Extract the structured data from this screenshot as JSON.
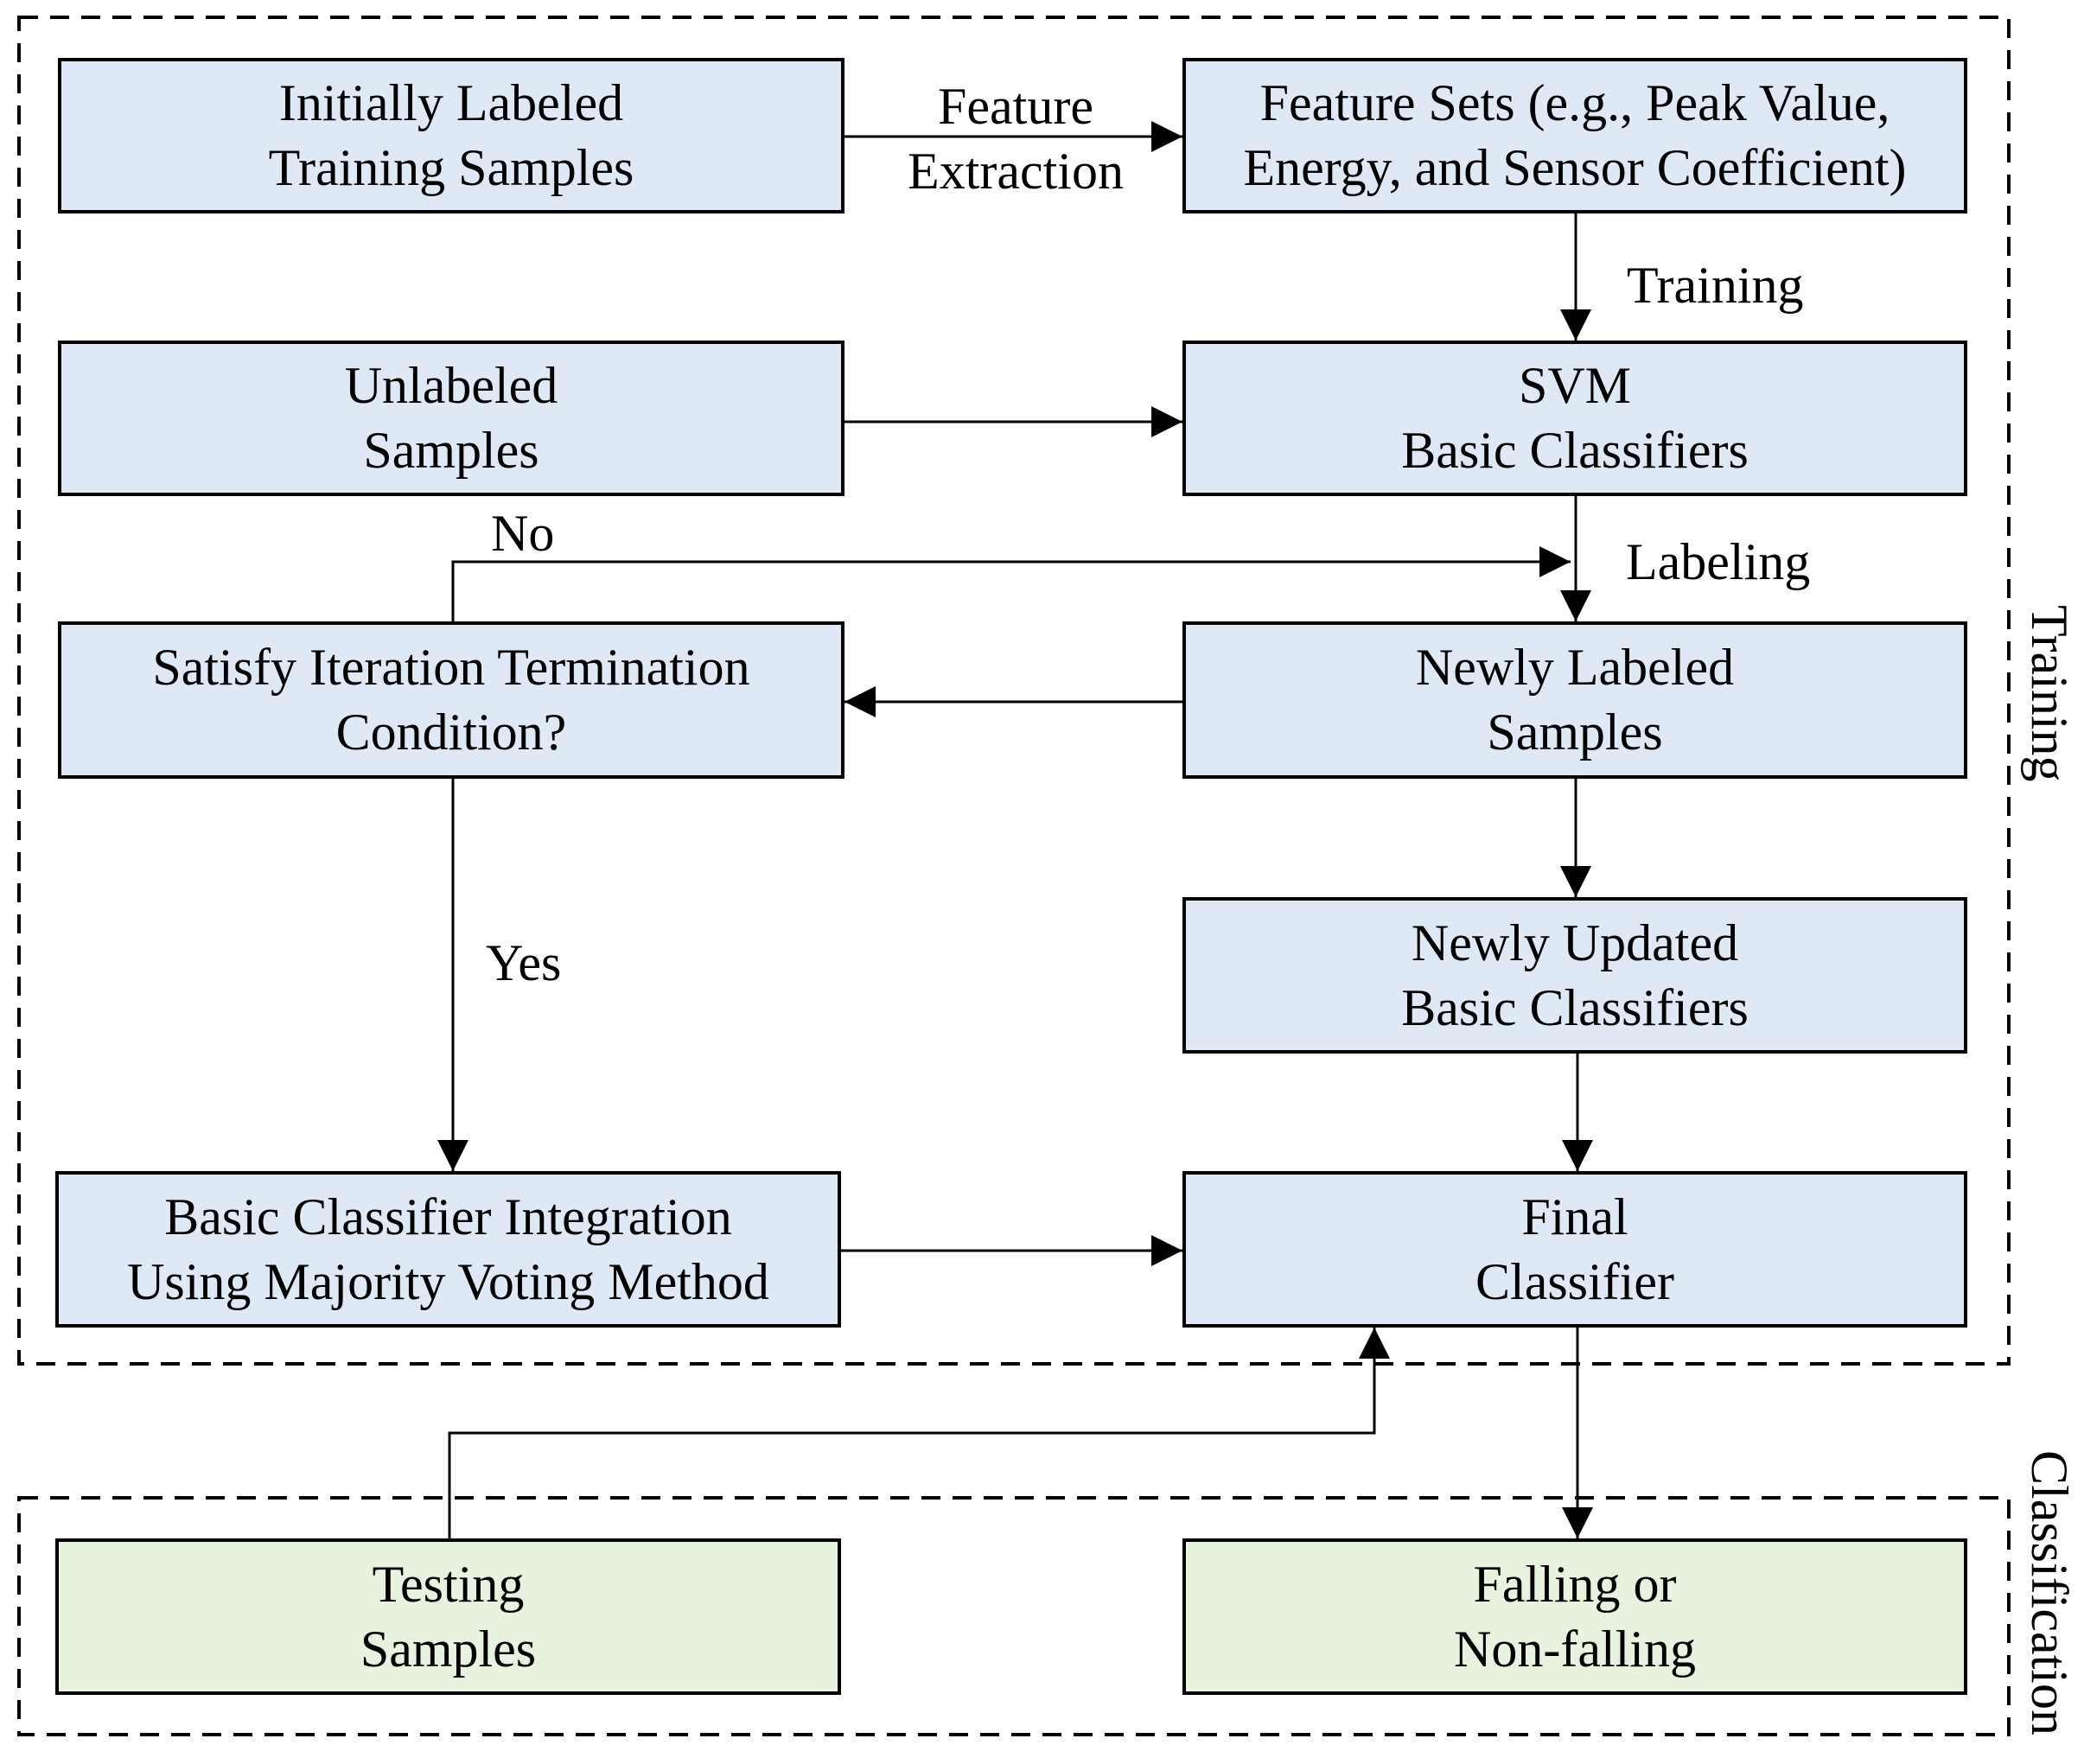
{
  "colors": {
    "training_box_fill": "#dfe9f6",
    "classification_box_fill": "#e7f2df",
    "stroke": "#000000",
    "background": "#ffffff"
  },
  "groups": {
    "training": "Training",
    "classification": "Classification"
  },
  "nodes": {
    "initial_samples": {
      "line1": "Initially Labeled",
      "line2": "Training Samples"
    },
    "feature_sets": {
      "line1": "Feature Sets (e.g., Peak Value,",
      "line2": "Energy, and Sensor Coefficient)"
    },
    "unlabeled_samples": {
      "line1": "Unlabeled",
      "line2": "Samples"
    },
    "svm_classifiers": {
      "line1": "SVM",
      "line2": "Basic Classifiers"
    },
    "termination_condition": {
      "line1": "Satisfy Iteration Termination",
      "line2": "Condition?"
    },
    "newly_labeled": {
      "line1": "Newly Labeled",
      "line2": "Samples"
    },
    "newly_updated": {
      "line1": "Newly Updated",
      "line2": "Basic Classifiers"
    },
    "integration": {
      "line1": "Basic Classifier Integration",
      "line2": "Using Majority Voting Method"
    },
    "final_classifier": {
      "line1": "Final",
      "line2": "Classifier"
    },
    "testing_samples": {
      "line1": "Testing",
      "line2": "Samples"
    },
    "output": {
      "line1": "Falling or",
      "line2": "Non-falling"
    }
  },
  "edge_labels": {
    "feature_extraction": {
      "line1": "Feature",
      "line2": "Extraction"
    },
    "training": "Training",
    "labeling": "Labeling",
    "no": "No",
    "yes": "Yes"
  }
}
